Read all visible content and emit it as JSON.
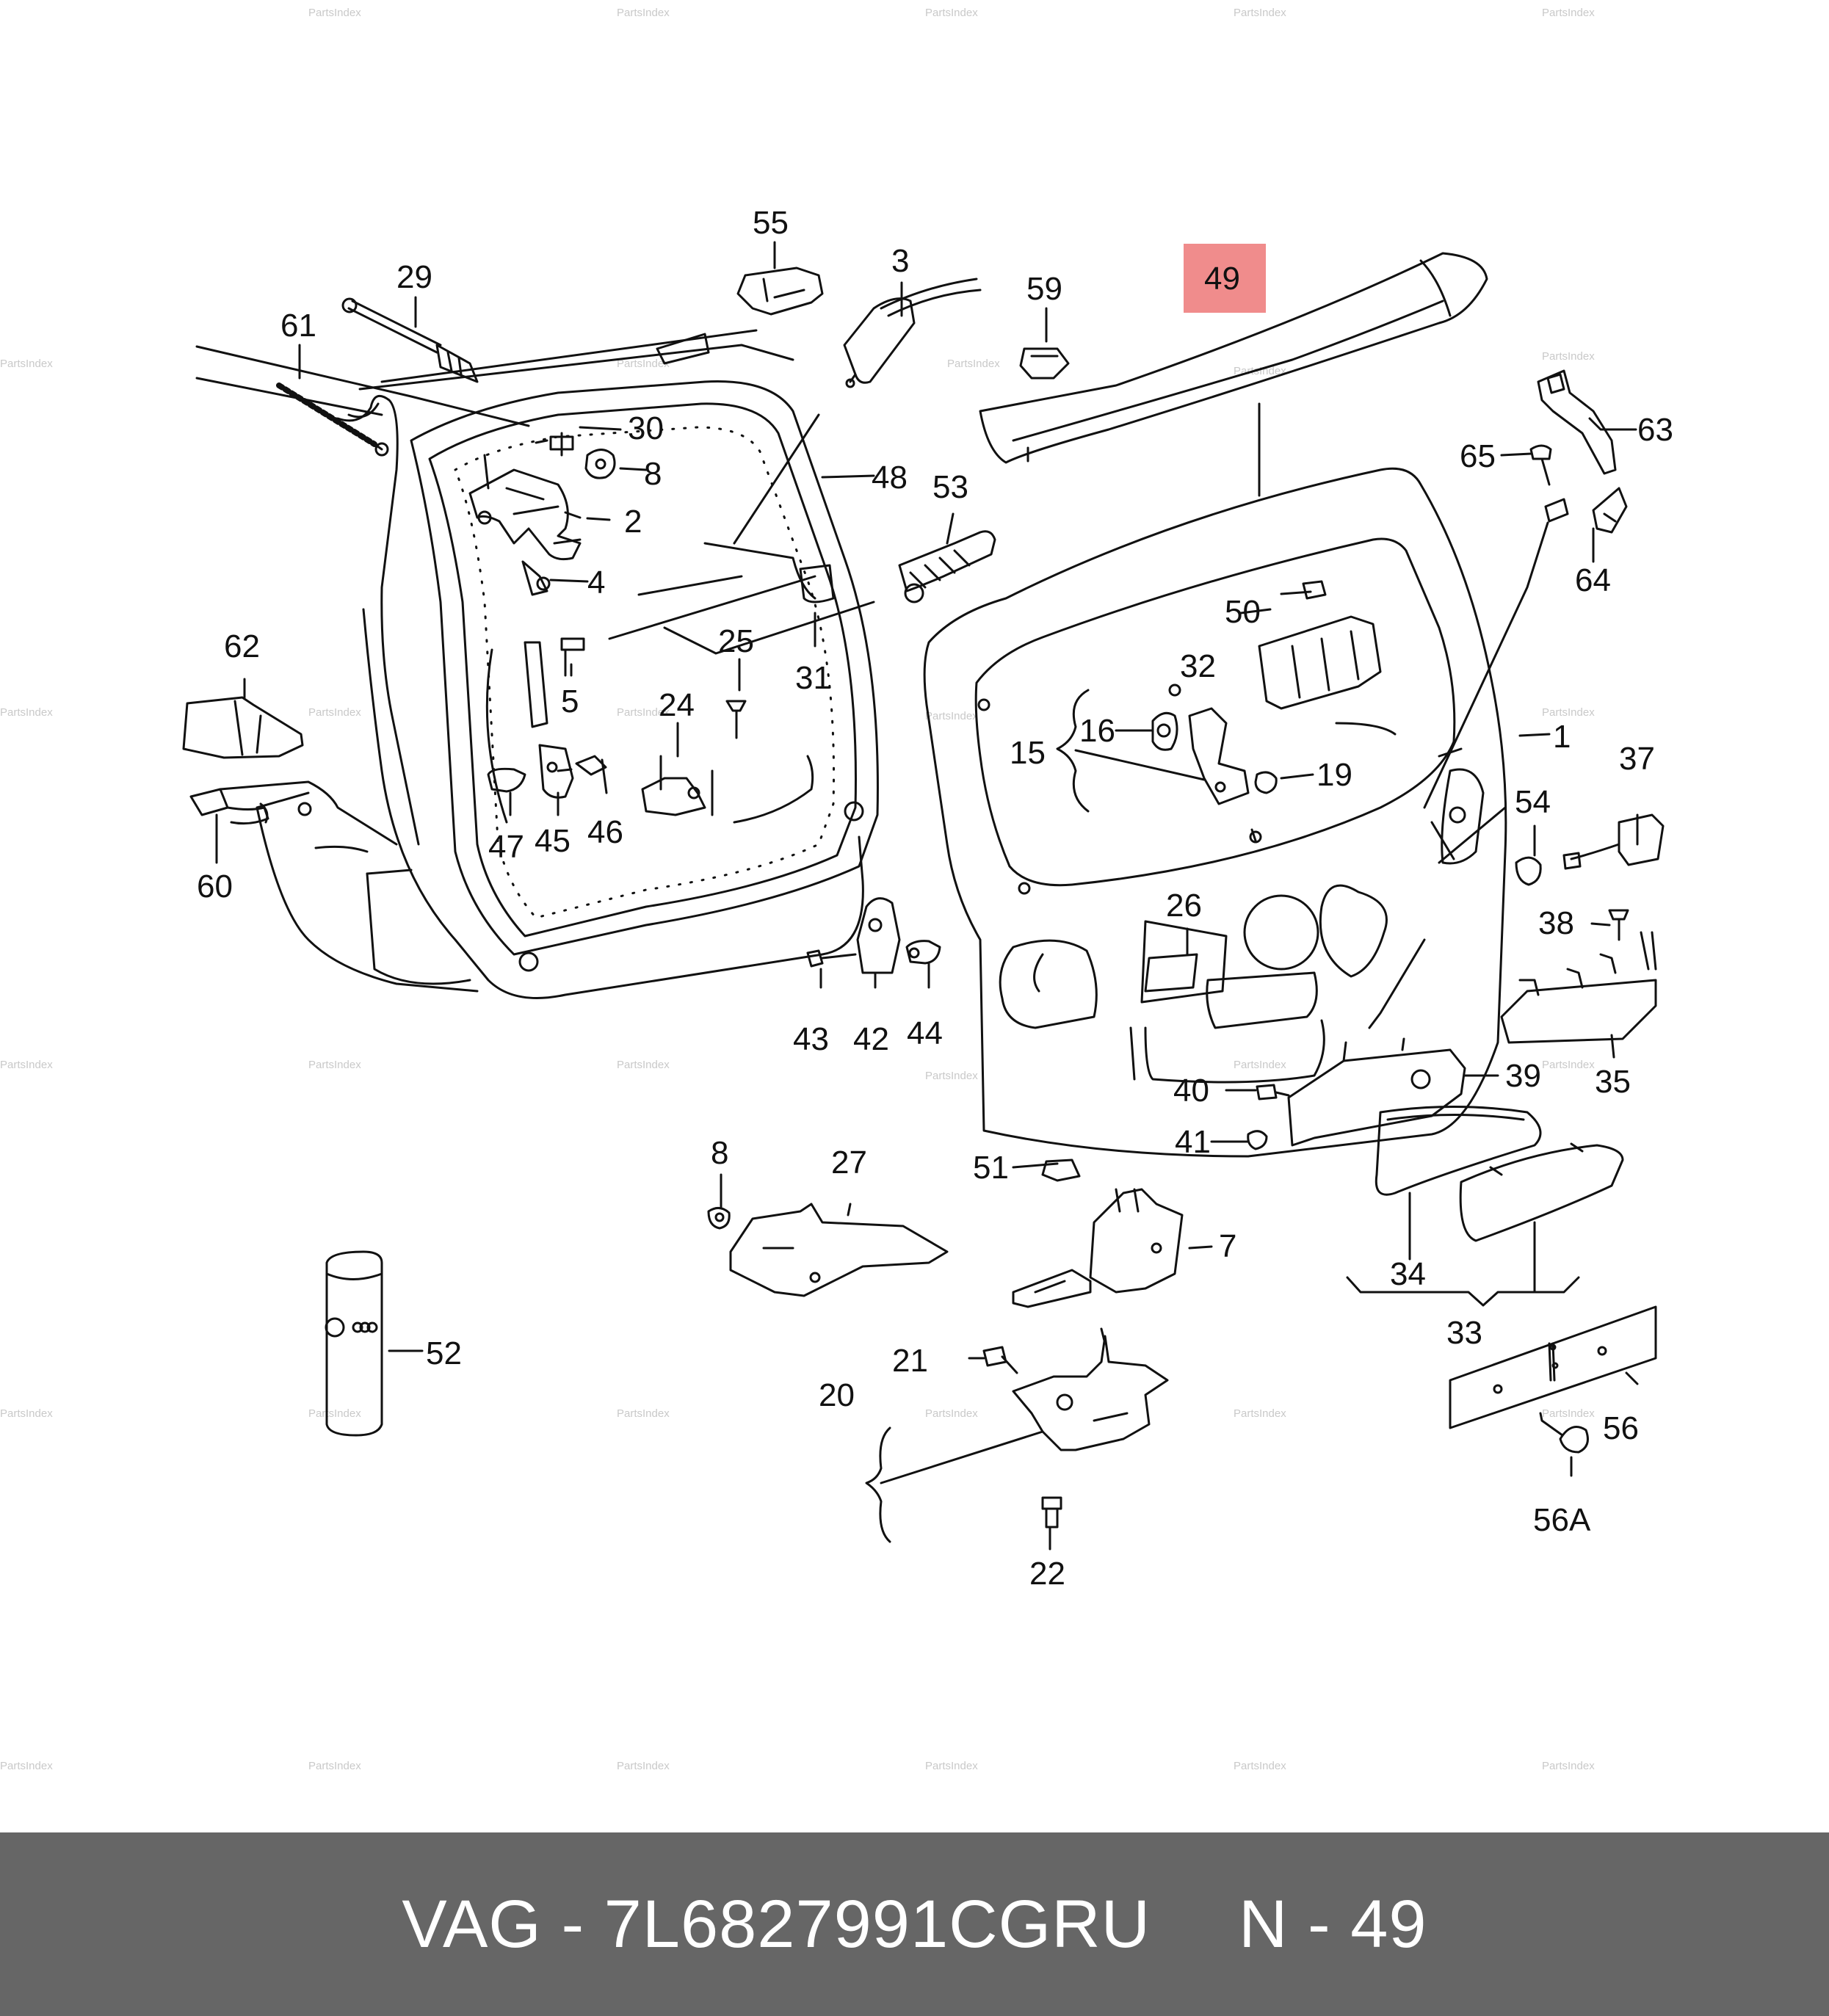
{
  "watermark": "PartsIndex",
  "highlight_color": "#f08c8c",
  "highlighted_part": "49",
  "callouts": [
    "1",
    "2",
    "3",
    "4",
    "5",
    "7",
    "8",
    "15",
    "16",
    "19",
    "20",
    "21",
    "22",
    "24",
    "25",
    "26",
    "27",
    "29",
    "30",
    "31",
    "32",
    "33",
    "34",
    "35",
    "37",
    "38",
    "39",
    "40",
    "41",
    "42",
    "43",
    "44",
    "45",
    "46",
    "47",
    "48",
    "49",
    "50",
    "51",
    "52",
    "53",
    "54",
    "55",
    "56",
    "56A",
    "59",
    "60",
    "61",
    "62",
    "63",
    "64",
    "65"
  ],
  "footer": {
    "brand": "VAG",
    "separator": "-",
    "part_number": "7L6827991CGRU",
    "position_label": "N",
    "position_value": "49"
  }
}
